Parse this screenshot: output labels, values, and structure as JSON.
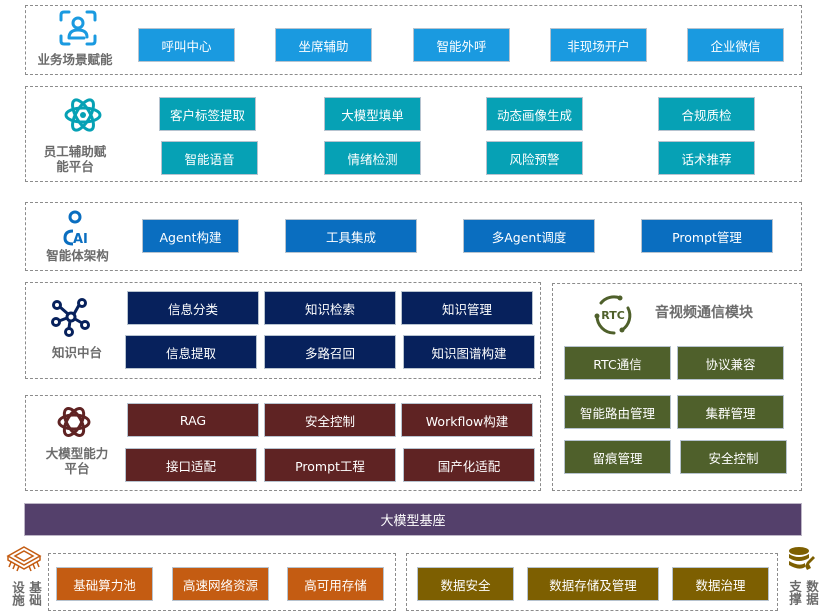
{
  "layers": {
    "business": {
      "title": "业务场景赋能",
      "icon": "user-scan-icon",
      "items": [
        "呼叫中心",
        "坐席辅助",
        "智能外呼",
        "非现场开户",
        "企业微信"
      ]
    },
    "staff": {
      "title_line1": "员工辅助赋",
      "title_line2": "能平台",
      "icon": "atom-icon",
      "row1": [
        "客户标签提取",
        "大模型填单",
        "动态画像生成",
        "合规质检"
      ],
      "row2": [
        "智能语音",
        "情绪检测",
        "风险预警",
        "话术推荐"
      ]
    },
    "agent": {
      "title": "智能体架构",
      "icon": "ai-person-icon",
      "items": [
        "Agent构建",
        "工具集成",
        "多Agent调度",
        "Prompt管理"
      ]
    },
    "knowledge": {
      "title": "知识中台",
      "icon": "network-nodes-icon",
      "row1": [
        "信息分类",
        "知识检索",
        "知识管理"
      ],
      "row2": [
        "信息提取",
        "多路召回",
        "知识图谱构建"
      ]
    },
    "llm": {
      "title_line1": "大模型能力",
      "title_line2": "平台",
      "icon": "openai-knot-icon",
      "row1": [
        "RAG",
        "安全控制",
        "Workflow构建"
      ],
      "row2": [
        "接口适配",
        "Prompt工程",
        "国产化适配"
      ]
    },
    "rtc": {
      "title": "音视频通信模块",
      "icon": "rtc-icon",
      "icon_text": "RTC",
      "rows": [
        [
          "RTC通信",
          "协议兼容"
        ],
        [
          "智能路由管理",
          "集群管理"
        ],
        [
          "留痕管理",
          "安全控制"
        ]
      ]
    },
    "base": {
      "title": "大模型基座"
    },
    "infra": {
      "title_col1": "基础",
      "title_col2": "设施",
      "icon": "chip-icon",
      "items": [
        "基础算力池",
        "高速网络资源",
        "高可用存储"
      ]
    },
    "data": {
      "title_col1": "数据",
      "title_col2": "支撑",
      "icon": "database-wrench-icon",
      "items": [
        "数据安全",
        "数据存储及管理",
        "数据治理"
      ]
    }
  },
  "colors": {
    "business": "#1a9ae0",
    "staff": "#06a1b5",
    "agent": "#0a6ec0",
    "knowledge": "#07215c",
    "llm": "#5f2323",
    "rtc": "#4f602b",
    "base": "#54406b",
    "infra": "#c45c12",
    "data": "#7d5f01"
  }
}
